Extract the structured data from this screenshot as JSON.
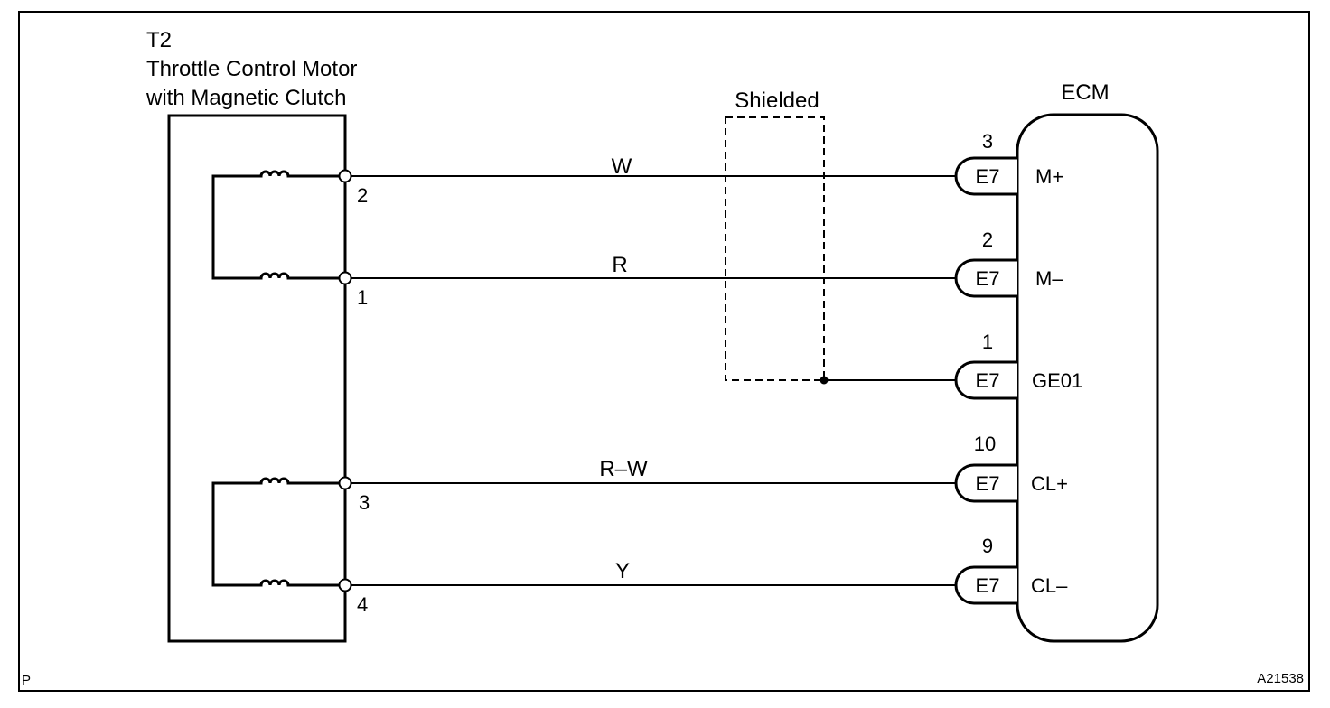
{
  "component": {
    "code": "T2",
    "name_line1": "Throttle Control Motor",
    "name_line2": "with Magnetic Clutch"
  },
  "shield_label": "Shielded",
  "ecm_label": "ECM",
  "connector": "E7",
  "terminals": [
    {
      "component_pin": "2",
      "wire_color": "W",
      "ecm_pin": "3",
      "ecm_terminal": "M+"
    },
    {
      "component_pin": "1",
      "wire_color": "R",
      "ecm_pin": "2",
      "ecm_terminal": "M–"
    },
    {
      "component_pin": "",
      "wire_color": "",
      "ecm_pin": "1",
      "ecm_terminal": "GE01"
    },
    {
      "component_pin": "3",
      "wire_color": "R–W",
      "ecm_pin": "10",
      "ecm_terminal": "CL+"
    },
    {
      "component_pin": "4",
      "wire_color": "Y",
      "ecm_pin": "9",
      "ecm_terminal": "CL–"
    }
  ],
  "footer_left": "P",
  "figure_id": "A21538"
}
